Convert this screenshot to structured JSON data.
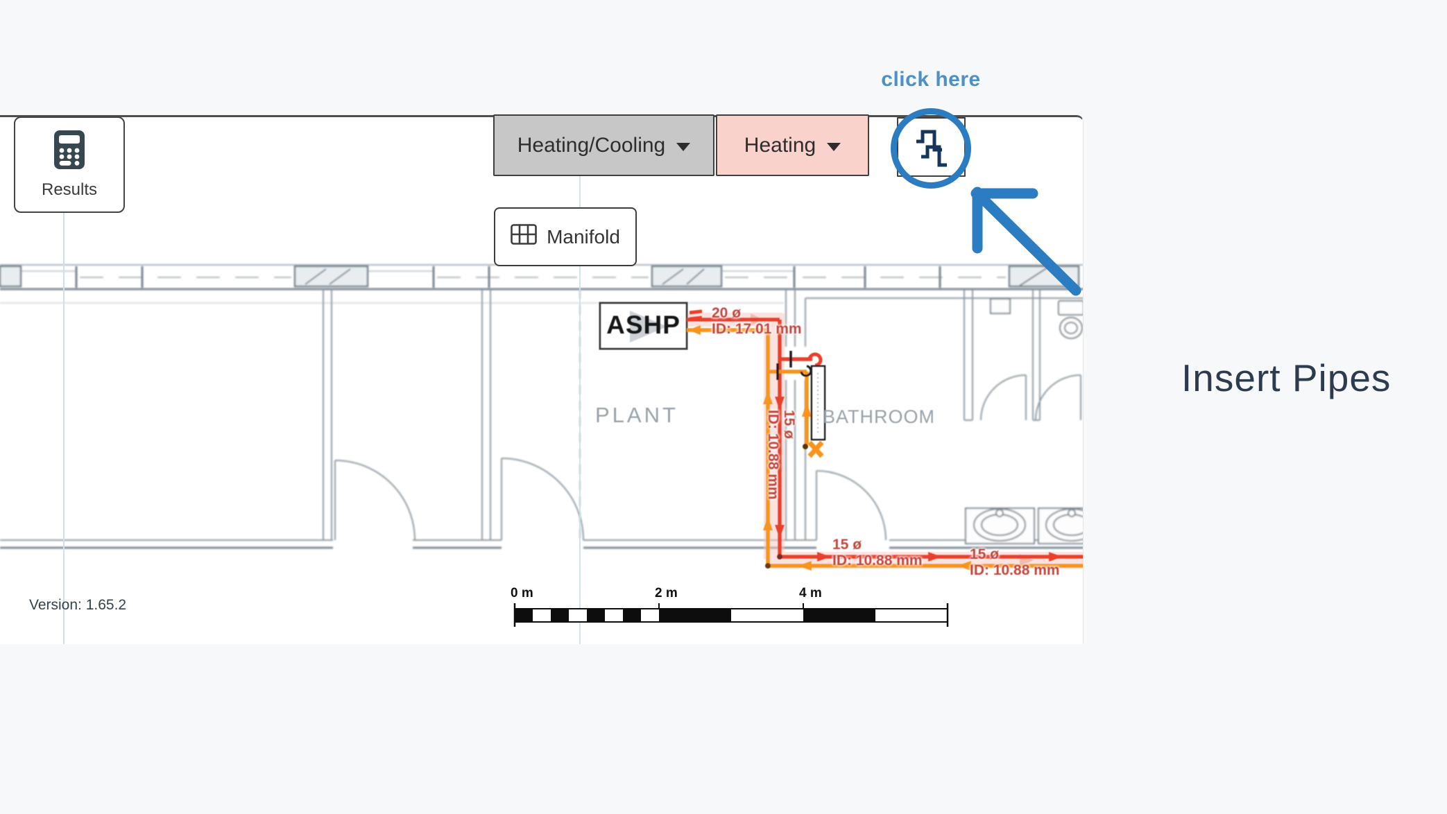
{
  "page": {
    "background": "#f7f8f9",
    "accent_blue": "#2b7cc1"
  },
  "annotations": {
    "click_here_label": "click here",
    "insert_pipes_label": "Insert Pipes"
  },
  "toolbar": {
    "results_button": {
      "label": "Results",
      "icon": "calculator-icon"
    },
    "system_dropdown": {
      "label": "Heating/Cooling"
    },
    "mode_dropdown": {
      "label": "Heating",
      "color": "#f8d2cb"
    },
    "insert_pipes_button": {
      "icon": "pipes-icon"
    },
    "manifold_button": {
      "label": "Manifold",
      "icon": "grid-icon"
    }
  },
  "canvas": {
    "version_label": "Version: 1.65.2",
    "equipment_label": "ASHP",
    "room_labels": [
      {
        "name": "PLANT"
      },
      {
        "name": "BATHROOM"
      }
    ],
    "pipe_labels": [
      {
        "size": "20 ø",
        "inner_diameter": "ID: 17.01 mm"
      },
      {
        "size": "15 ø",
        "inner_diameter": "ID: 10.88 mm"
      },
      {
        "size": "15 ø",
        "inner_diameter": "ID: 10.88 mm"
      },
      {
        "size": "15 ø",
        "inner_diameter": "ID: 10.88 mm"
      }
    ],
    "scale_bar": {
      "tick_labels": [
        "0 m",
        "2 m",
        "4 m"
      ]
    },
    "pipe_colors": {
      "flow": "#e8402c",
      "return": "#f7941d",
      "label_text": "#c0453c"
    }
  }
}
